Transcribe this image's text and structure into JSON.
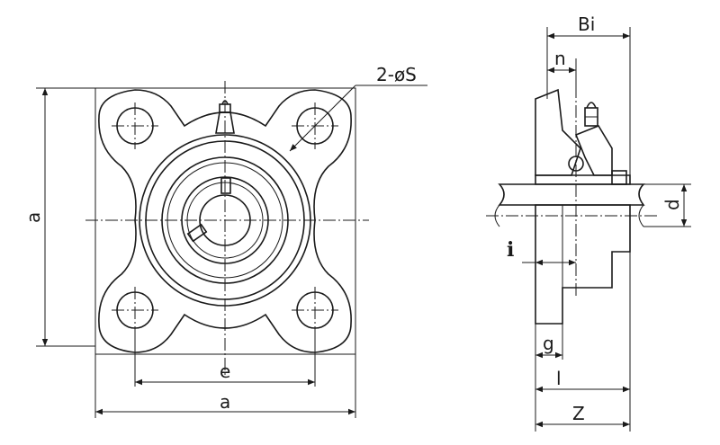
{
  "labels": {
    "hole_callout": "2-øS",
    "bolt_spacing": "e",
    "overall_width": "a",
    "overall_height": "a",
    "width_bi": "Bi",
    "offset_n": "n",
    "bore_d": "d",
    "dim_i": "i",
    "dim_g": "g",
    "dim_l": "l",
    "dim_z": "Z"
  }
}
